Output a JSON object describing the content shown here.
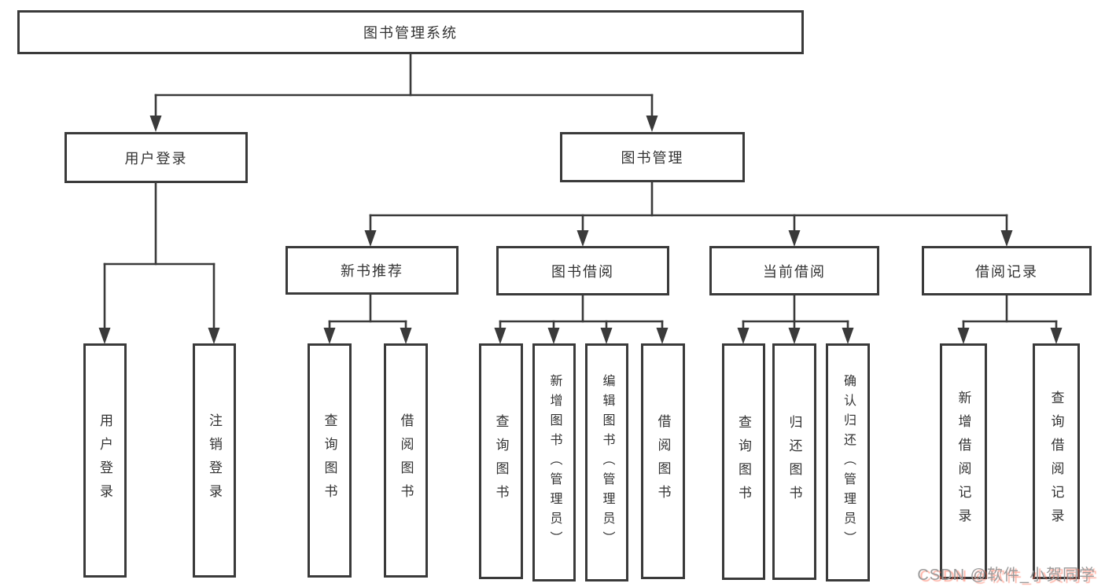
{
  "diagram": {
    "title": "图书管理系统",
    "nodes": {
      "root": "图书管理系统",
      "user_login": "用户登录",
      "book_mgmt": "图书管理",
      "new_book_rec": "新书推荐",
      "book_borrow": "图书借阅",
      "current_borrow": "当前借阅",
      "borrow_records": "借阅记录",
      "ul_user_login": "用户登录",
      "ul_logout": "注销登录",
      "nb_query_book": "查询图书",
      "nb_borrow_book": "借阅图书",
      "bb_query_book": "查询图书",
      "bb_add_book": "新增图书（管理员）",
      "bb_edit_book": "编辑图书（管理员）",
      "bb_borrow_book": "借阅图书",
      "cb_query_book": "查询图书",
      "cb_return_book": "归还图书",
      "cb_confirm_return": "确认归还（管理员）",
      "br_add_record": "新增借阅记录",
      "br_query_record": "查询借阅记录"
    },
    "edges": [
      {
        "from": "root",
        "to": "user_login"
      },
      {
        "from": "root",
        "to": "book_mgmt"
      },
      {
        "from": "user_login",
        "to": "ul_user_login"
      },
      {
        "from": "user_login",
        "to": "ul_logout"
      },
      {
        "from": "book_mgmt",
        "to": "new_book_rec"
      },
      {
        "from": "book_mgmt",
        "to": "book_borrow"
      },
      {
        "from": "book_mgmt",
        "to": "current_borrow"
      },
      {
        "from": "book_mgmt",
        "to": "borrow_records"
      },
      {
        "from": "new_book_rec",
        "to": "nb_query_book"
      },
      {
        "from": "new_book_rec",
        "to": "nb_borrow_book"
      },
      {
        "from": "book_borrow",
        "to": "bb_query_book"
      },
      {
        "from": "book_borrow",
        "to": "bb_add_book"
      },
      {
        "from": "book_borrow",
        "to": "bb_edit_book"
      },
      {
        "from": "book_borrow",
        "to": "bb_borrow_book"
      },
      {
        "from": "current_borrow",
        "to": "cb_query_book"
      },
      {
        "from": "current_borrow",
        "to": "cb_return_book"
      },
      {
        "from": "current_borrow",
        "to": "cb_confirm_return"
      },
      {
        "from": "borrow_records",
        "to": "br_add_record"
      },
      {
        "from": "borrow_records",
        "to": "br_query_record"
      }
    ]
  },
  "watermark": {
    "text": "CSDN @软件_小贺同学"
  },
  "colors": {
    "line": "#3a3a3a",
    "box_border": "#3a3a3a",
    "text": "#333333",
    "background": "#ffffff",
    "watermark_gray": "#9b9b9b",
    "watermark_red": "#ff6c52"
  }
}
